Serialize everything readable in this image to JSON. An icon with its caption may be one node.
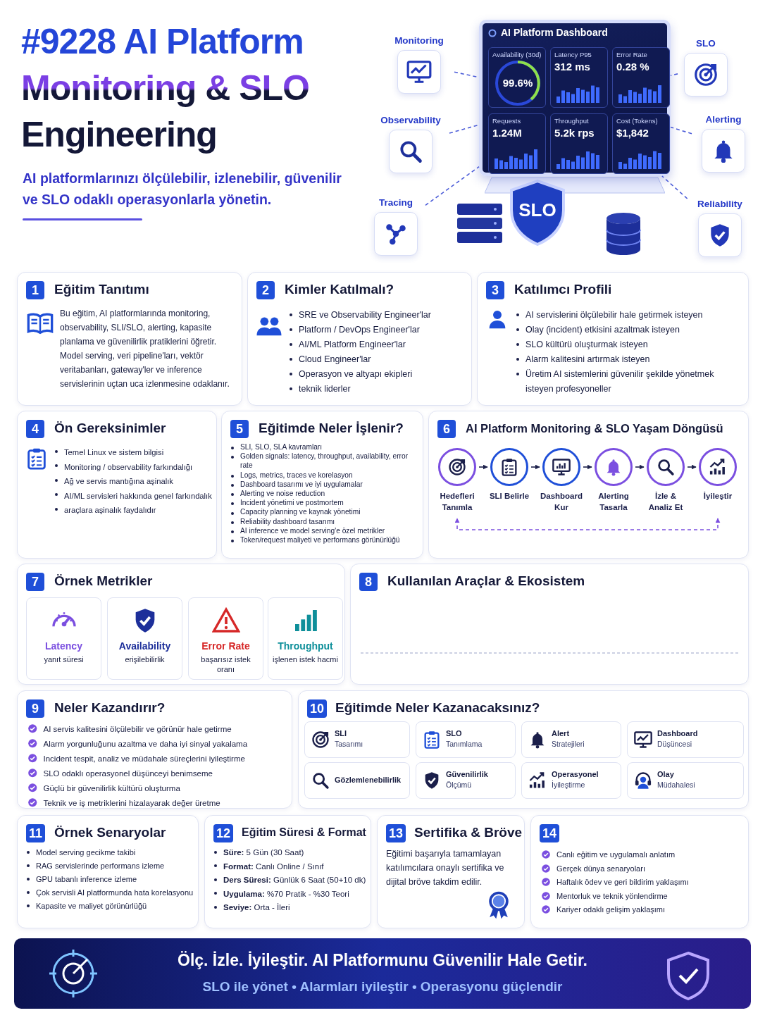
{
  "diagram": {
    "title": "#9228 AI Platform Monitoring & SLO Engineering",
    "nodes": [
      {
        "text": [
          "AI Platform Dashboard"
        ]
      },
      {
        "text": [
          "Availability (30d)",
          "99.6%"
        ],
        "in": 0
      },
      {
        "text": [
          "Latency P95",
          "312 ms"
        ],
        "in": 0
      },
      {
        "text": [
          "Error Rate",
          "0.28 %"
        ],
        "in": 0
      },
      {
        "text": [
          "Requests",
          "1.24M"
        ],
        "in": 0
      },
      {
        "text": [
          "Throughput",
          "5.2k rps"
        ],
        "in": 0
      },
      {
        "text": [
          "Cost (Tokens)",
          "$1,842"
        ],
        "in": 0
      },
      {
        "text": [
          "Monitoring"
        ]
      },
      {
        "text": [
          "Observability"
        ]
      },
      {
        "text": [
          "Tracing"
        ]
      },
      {
        "text": [
          "SLO"
        ]
      },
      {
        "text": [
          "Alerting"
        ]
      },
      {
        "text": [
          "Reliability"
        ]
      },
      {
        "text": [
          "1",
          "Eğitim Tanıtımı",
          "Bu eğitim, AI platformlarında monitoring, observability, SLI/SLO, alerting, kapasite planlama ve güvenilirlik pratiklerini öğretir. Model serving, veri pipeline'ları, vektör veritabanları, gateway'ler ve inference servislerinin uçtan uca izlenmesine odaklanır."
        ]
      },
      {
        "text": [
          "2",
          "Kimler Katılmalı?",
          "SRE ve Observability Engineer'lar",
          "Platform / DevOps Engineer'lar",
          "AI/ML Platform Engineer'lar",
          "Cloud Engineer'lar",
          "Operasyon ve altyapı ekipleri",
          "teknik liderler"
        ]
      },
      {
        "text": [
          "3",
          "Katılımcı Profili",
          "AI servislerini ölçülebilir hale getirmek isteyen",
          "Olay (incident) etkisini azaltmak isteyen",
          "SLO kültürü oluşturmak isteyen",
          "Alarm kalitesini artırmak isteyen",
          "Üretim AI sistemlerini güvenilir şekilde yönetmek isteyen profesyoneller"
        ]
      },
      {
        "text": [
          "4",
          "Ön Gereksinimler",
          "Temel Linux ve sistem bilgisi",
          "Monitoring / observability farkındalığı",
          "Ağ ve servis mantığına aşinalık",
          "AI/ML servisleri hakkında genel farkındalık",
          "araçlara aşinalık faydalıdır"
        ]
      },
      {
        "text": [
          "5",
          "Eğitimde Neler İşlenir?",
          "SLI, SLO, SLA kavramları",
          "Golden signals: latency, throughput, availability, error rate",
          "Logs, metrics, traces ve korelasyon",
          "Dashboard tasarımı ve iyi uygulamalar",
          "Alerting ve noise reduction",
          "Incident yönetimi ve postmortem",
          "Capacity planning ve kaynak yönetimi",
          "Reliability dashboard tasarımı",
          "AI inference ve model serving'e özel metrikler",
          "Token/request maliyeti ve performans görünürlüğü"
        ]
      },
      {
        "text": [
          "6",
          "AI Platform Monitoring & SLO Yaşam Döngüsü"
        ]
      },
      {
        "text": [
          "Hedefleri Tanımla"
        ],
        "in": 18
      },
      {
        "text": [
          "SLI Belirle"
        ],
        "in": 18
      },
      {
        "text": [
          "Dashboard Kur"
        ],
        "in": 18
      },
      {
        "text": [
          "Alerting Tasarla"
        ],
        "in": 18
      },
      {
        "text": [
          "İzle & Analiz Et"
        ],
        "in": 18
      },
      {
        "text": [
          "İyileştir"
        ],
        "in": 18
      },
      {
        "text": [
          "7",
          "Örnek Metrikler"
        ]
      },
      {
        "text": [
          "Latency",
          "yanıt süresi"
        ],
        "in": 25
      },
      {
        "text": [
          "Availability",
          "erişilebilirlik"
        ],
        "in": 25
      },
      {
        "text": [
          "Error Rate",
          "başarısız istek oranı"
        ],
        "in": 25
      },
      {
        "text": [
          "Throughput",
          "işlenen istek hacmi"
        ],
        "in": 25
      },
      {
        "text": [
          "8",
          "Kullanılan Araçlar & Ekosistem"
        ]
      },
      {
        "text": [
          "9",
          "Neler Kazandırır?",
          "AI servis kalitesini ölçülebilir ve görünür hale getirme",
          "Alarm yorgunluğunu azaltma ve daha iyi sinyal yakalama",
          "Incident tespit, analiz ve müdahale süreçlerini iyileştirme",
          "SLO odaklı operasyonel düşünceyi benimseme",
          "Güçlü bir güvenilirlik kültürü oluşturma",
          "Teknik ve iş metriklerini hizalayarak değer üretme"
        ]
      },
      {
        "text": [
          "10",
          "Eğitimde Neler Kazanacaksınız?"
        ]
      },
      {
        "text": [
          "SLI",
          "Tasarımı"
        ],
        "in": 32
      },
      {
        "text": [
          "SLO",
          "Tanımlama"
        ],
        "in": 32
      },
      {
        "text": [
          "Alert",
          "Stratejileri"
        ],
        "in": 32
      },
      {
        "text": [
          "Dashboard",
          "Düşüncesi"
        ],
        "in": 32
      },
      {
        "text": [
          "Gözlemlenebilirlik"
        ],
        "in": 32
      },
      {
        "text": [
          "Güvenilirlik",
          "Ölçümü"
        ],
        "in": 32
      },
      {
        "text": [
          "Operasyonel",
          "İyileştirme"
        ],
        "in": 32
      },
      {
        "text": [
          "Olay",
          "Müdahalesi"
        ],
        "in": 32
      },
      {
        "text": [
          "11",
          "Örnek Senaryolar",
          "Model serving gecikme takibi",
          "RAG servislerinde performans izleme",
          "GPU tabanlı inference izleme",
          "Çok servisli AI platformunda hata korelasyonu",
          "Kapasite ve maliyet görünürlüğü"
        ]
      },
      {
        "text": [
          "12",
          "Eğitim Süresi & Format",
          "**Süre:** 5 Gün (30 Saat)",
          "**Format:** Canlı Online / Sınıf",
          "**Ders Süresi:** Günlük 6 Saat (50+10 dk)",
          "**Uygulama:** %70 Pratik - %30 Teori",
          "**Seviye:** Orta - İleri"
        ]
      },
      {
        "text": [
          "13",
          "Sertifika & Bröve",
          "Eğitimi başarıyla tamamlayan katılımcılara onaylı sertifika ve dijital bröve takdim edilir."
        ]
      },
      {
        "text": [
          "14",
          "Canlı eğitim ve uygulamalı anlatım",
          "Gerçek dünya senaryoları",
          "Haftalık ödev ve geri bildirim yaklaşımı",
          "Mentorluk ve teknik yönlendirme",
          "Kariyer odaklı gelişim yaklaşımı"
        ]
      },
      {
        "text": [
          "Ölç. İzle. İyileştir. AI Platformunu Güvenilir Hale Getir.",
          "SLO ile yönet • Alarmları iyileştir • Operasyonu güçlendir"
        ]
      }
    ],
    "edges": [
      {
        "from": 7,
        "to": 0,
        "arrow": "none",
        "style": "dashed"
      },
      {
        "from": 8,
        "to": 0,
        "arrow": "none",
        "style": "dashed"
      },
      {
        "from": 9,
        "to": 0,
        "arrow": "none",
        "style": "dashed"
      },
      {
        "from": 10,
        "to": 0,
        "arrow": "none",
        "style": "dashed"
      },
      {
        "from": 11,
        "to": 0,
        "arrow": "none",
        "style": "dashed"
      },
      {
        "from": 12,
        "to": 0,
        "arrow": "none",
        "style": "dashed"
      },
      {
        "from": 19,
        "to": 20,
        "arrow": "to",
        "color": "#1b1f4a"
      },
      {
        "from": 20,
        "to": 21,
        "arrow": "to",
        "color": "#1b1f4a"
      },
      {
        "from": 21,
        "to": 22,
        "arrow": "to",
        "color": "#1b1f4a"
      },
      {
        "from": 22,
        "to": 23,
        "arrow": "to",
        "color": "#1b1f4a"
      },
      {
        "from": 23,
        "to": 24,
        "arrow": "to",
        "color": "#1b1f4a"
      },
      {
        "from": 24,
        "to": 19,
        "arrow": "both",
        "style": "dashed",
        "color": "#7b4fe0"
      }
    ],
    "labels": [
      "AI platformlarınızı ölçülebilir, izlenebilir, güvenilir ve SLO odaklı operasyonlarla yönetin.",
      "SLO"
    ]
  }
}
